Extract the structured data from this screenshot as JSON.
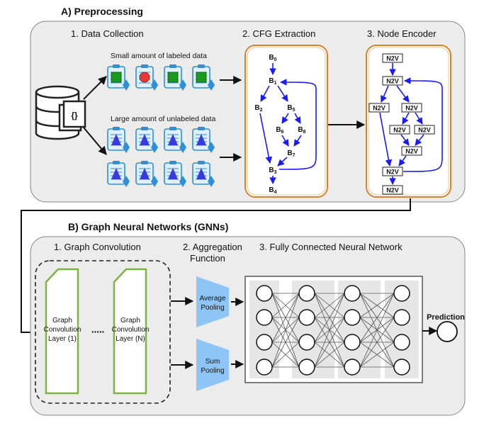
{
  "sections": {
    "preprocessing": "A) Preprocessing",
    "gnn": "B) Graph Neural Networks (GNNs)"
  },
  "preprocessing": {
    "step1": "1. Data Collection",
    "step2": "2. CFG Extraction",
    "step3": "3. Node Encoder",
    "labeled_caption": "Small amount of labeled data",
    "unlabeled_caption": "Large amount of unlabeled data",
    "database_icon_label": "{}",
    "cfg_nodes": [
      "B",
      "B",
      "B",
      "B",
      "B",
      "B",
      "B",
      "B",
      "B"
    ],
    "cfg_subscripts": [
      "0",
      "1",
      "2",
      "5",
      "6",
      "8",
      "7",
      "3",
      "4"
    ],
    "encoder_node_label": "N2V"
  },
  "gnn": {
    "step1": "1. Graph Convolution",
    "step2_line1": "2. Aggregation",
    "step2_line2": "Function",
    "step3": "3. Fully Connected Neural Network",
    "layer1": [
      "Graph",
      "Convolution",
      "Layer (1)"
    ],
    "layerN": [
      "Graph",
      "Convolution",
      "Layer (N)"
    ],
    "ellipsis": "·····",
    "avg_pool": [
      "Average",
      "Pooling"
    ],
    "sum_pool": [
      "Sum",
      "Pooling"
    ],
    "prediction": "Prediction"
  },
  "colors": {
    "panel_bg": "#ececec",
    "orange_border": "#d9822b",
    "blue_arrow": "#1a1aff",
    "green_layer": "#7cb342",
    "pool_blue": "#8ec5f5",
    "doc_blue": "#2f8fd8"
  }
}
